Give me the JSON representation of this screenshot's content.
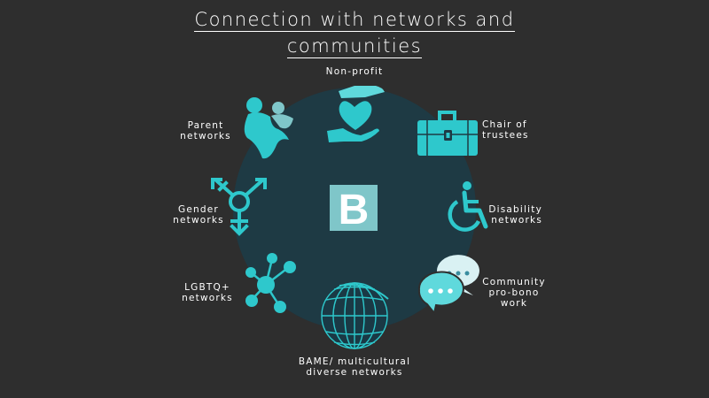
{
  "title": {
    "line1": "Connection with networks and",
    "line2": "communities"
  },
  "center_logo_letter": "B",
  "nodes": {
    "non_profit": [
      "Non-profit"
    ],
    "chair": [
      "Chair of",
      "trustees"
    ],
    "disability": [
      "Disability",
      "networks"
    ],
    "community": [
      "Community",
      "pro-bono",
      "work"
    ],
    "bame": [
      "BAME/ multicultural",
      "diverse networks"
    ],
    "lgbtq": [
      "LGBTQ+",
      "networks"
    ],
    "gender": [
      "Gender",
      "networks"
    ],
    "parent": [
      "Parent",
      "networks"
    ]
  },
  "colors": {
    "background": "#2e2e2e",
    "circle": "#1e3a44",
    "accent": "#2ec8cc",
    "accent_light": "#5fd9dc",
    "logo_bg": "#7fc6c9",
    "text": "#ffffff"
  },
  "icons": {
    "non_profit": "heart-in-hands-icon",
    "chair": "briefcase-icon",
    "disability": "wheelchair-icon",
    "community": "chat-bubbles-icon",
    "bame": "globe-icon",
    "lgbtq": "network-nodes-icon",
    "gender": "transgender-symbol-icon",
    "parent": "parent-child-icon"
  }
}
